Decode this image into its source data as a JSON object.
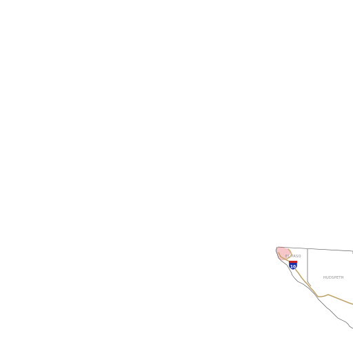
{
  "map": {
    "background": "#ffffff",
    "counties": [
      {
        "name": "EL PASO"
      },
      {
        "name": "HUDSPETH"
      }
    ],
    "urban_area_color": "#f7c6c9",
    "road_color": "#cdb27a",
    "boundary_color": "#444444",
    "interstate": {
      "number": "10",
      "shield_top_color": "#cc2222",
      "shield_body_color": "#1b2fa8"
    }
  }
}
